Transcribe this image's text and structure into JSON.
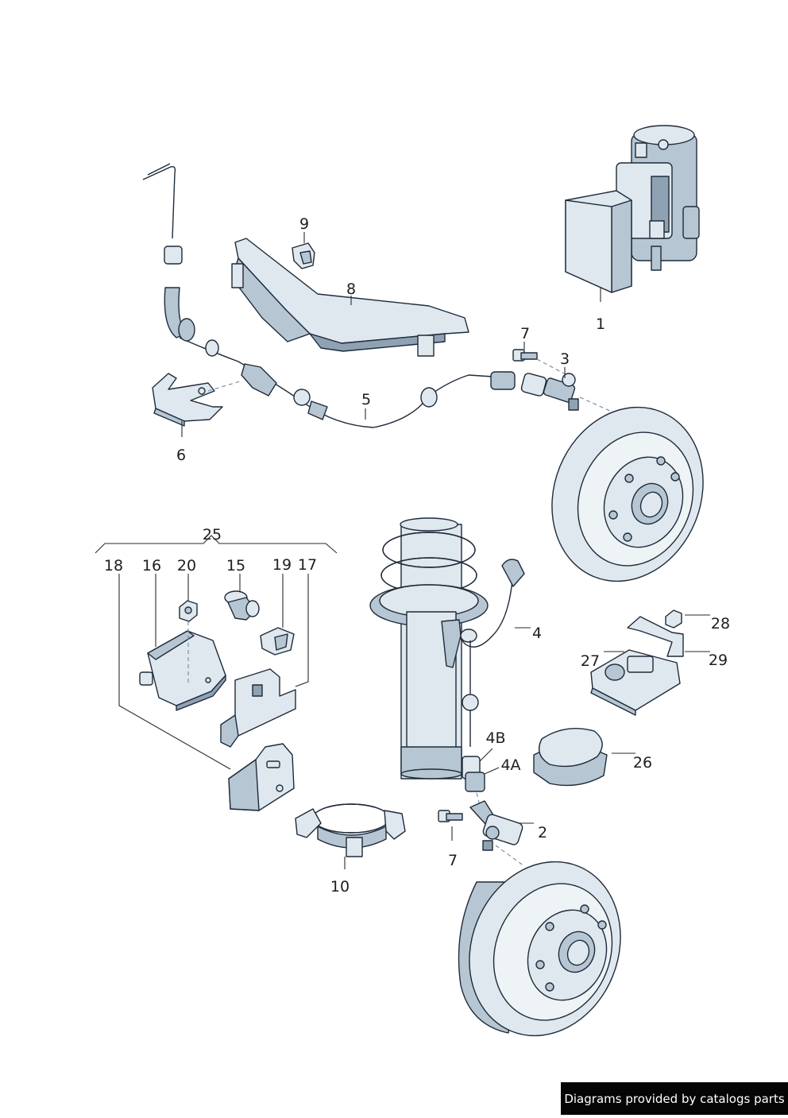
{
  "labels": {
    "l1": "1",
    "l2": "2",
    "l3": "3",
    "l4": "4",
    "l4a": "4A",
    "l4b": "4B",
    "l5": "5",
    "l6": "6",
    "l7a": "7",
    "l7b": "7",
    "l8": "8",
    "l9": "9",
    "l10": "10",
    "l15": "15",
    "l16": "16",
    "l17": "17",
    "l18": "18",
    "l19": "19",
    "l20": "20",
    "l25": "25",
    "l26": "26",
    "l27": "27",
    "l28": "28",
    "l29": "29"
  },
  "credit": "Diagrams provided by catalogs parts",
  "colors": {
    "part_light": "#dfe8ee",
    "part_mid": "#b6c6d2",
    "part_dark": "#8ea2b3",
    "outline": "#1f2a3a"
  }
}
